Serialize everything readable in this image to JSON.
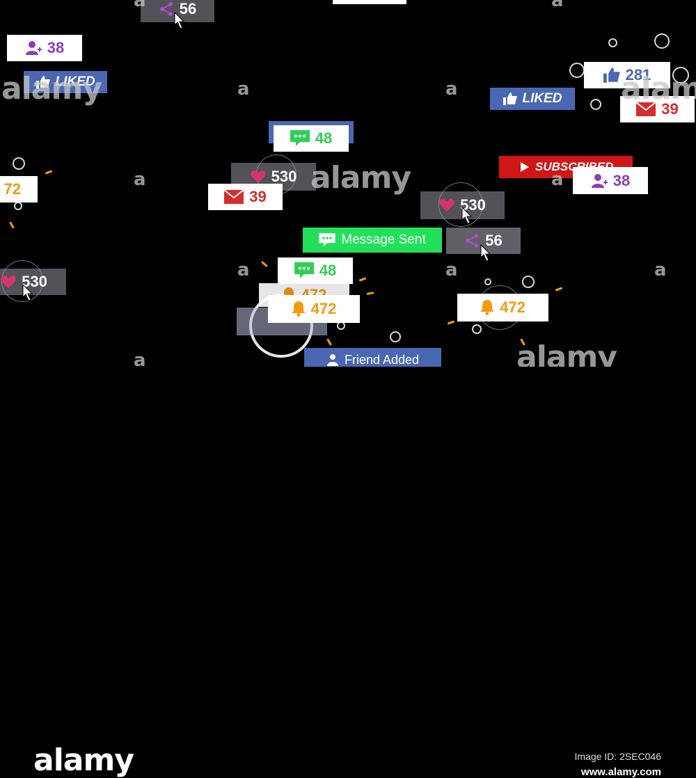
{
  "badges": {
    "share_top": "56",
    "follow_left": "38",
    "liked_left": "LIKED",
    "liked_right": "LIKED",
    "like_right": "281",
    "mail_right": "39",
    "comment_center": "48",
    "heart_center": "530",
    "mail_center": "39",
    "subscribed": "SUBSCRIBED",
    "follow_right": "38",
    "bell_left": "72",
    "heart_mid_right": "530",
    "message_sent": "Message Sent",
    "share_mid": "56",
    "comment_lower": "48",
    "heart_left": "530",
    "bell_center_back": "472",
    "bell_center": "472",
    "bell_right": "472",
    "friend_added": "Friend Added"
  },
  "watermark": {
    "letter": "a",
    "word": "alamy"
  },
  "footer": {
    "logo": "alamy",
    "image_id": "Image ID: 2SEC046",
    "site": "www.alamy.com"
  },
  "colors": {
    "purple": "#8b3dbd",
    "green": "#2ecf55",
    "red": "#d62c2c",
    "orange": "#f29a10",
    "facebook_blue": "#4a67b3",
    "subscribe_red": "#d11616",
    "message_green": "#22e05a"
  }
}
